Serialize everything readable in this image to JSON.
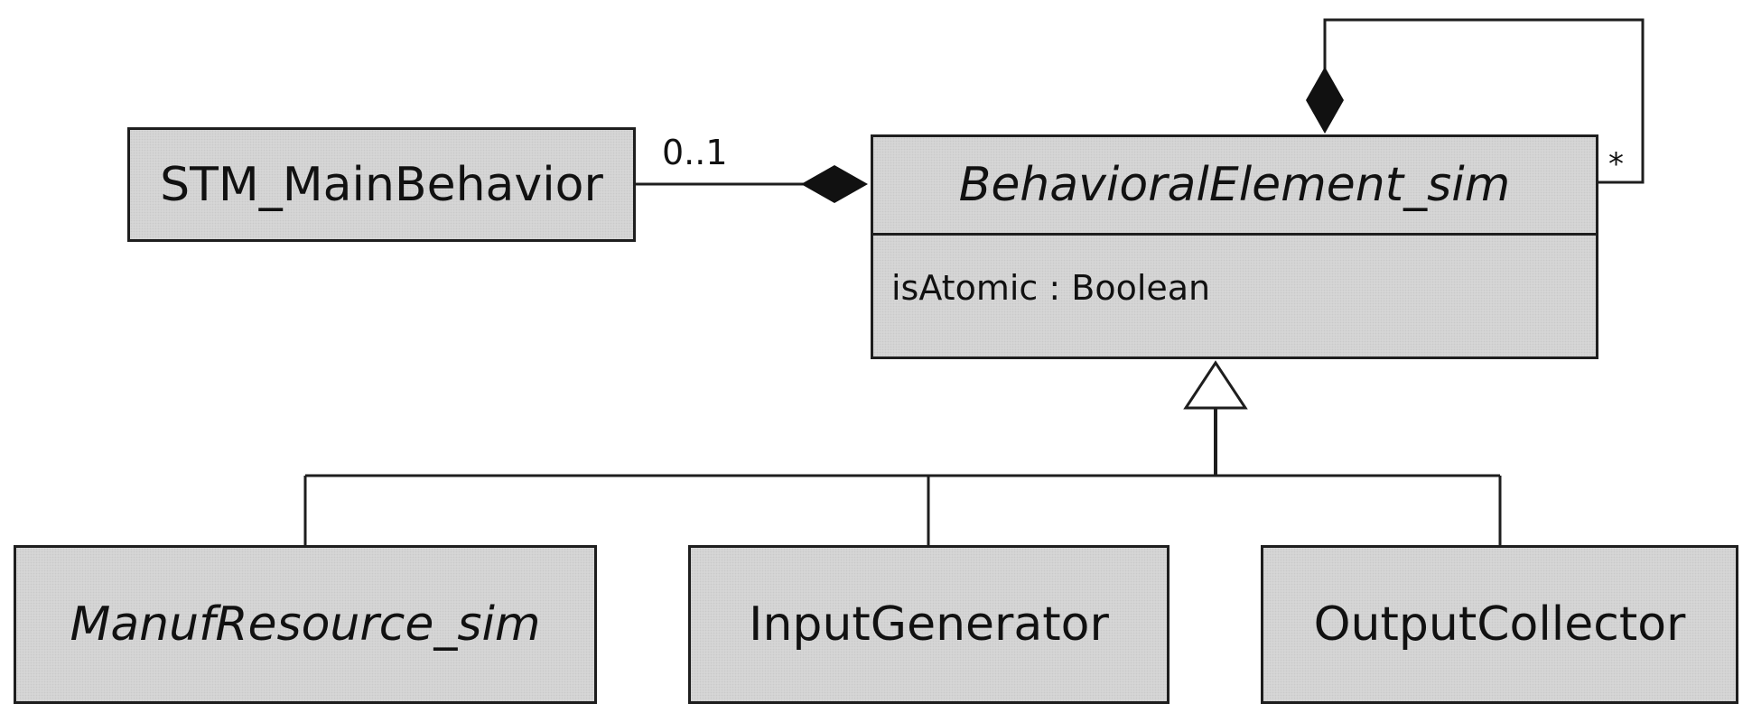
{
  "classes": {
    "main_behavior": {
      "name": "STM_MainBehavior"
    },
    "behavioral_element": {
      "name": "BehavioralElement_sim",
      "attribute": "isAtomic : Boolean"
    },
    "manuf_resource": {
      "name": "ManufResource_sim"
    },
    "input_generator": {
      "name": "InputGenerator"
    },
    "output_collector": {
      "name": "OutputCollector"
    }
  },
  "associations": {
    "main_to_element_multiplicity": "0..1",
    "self_composition_multiplicity": "*"
  },
  "colors": {
    "class_fill": "#d9d9d9",
    "stroke": "#1e1e1e"
  }
}
